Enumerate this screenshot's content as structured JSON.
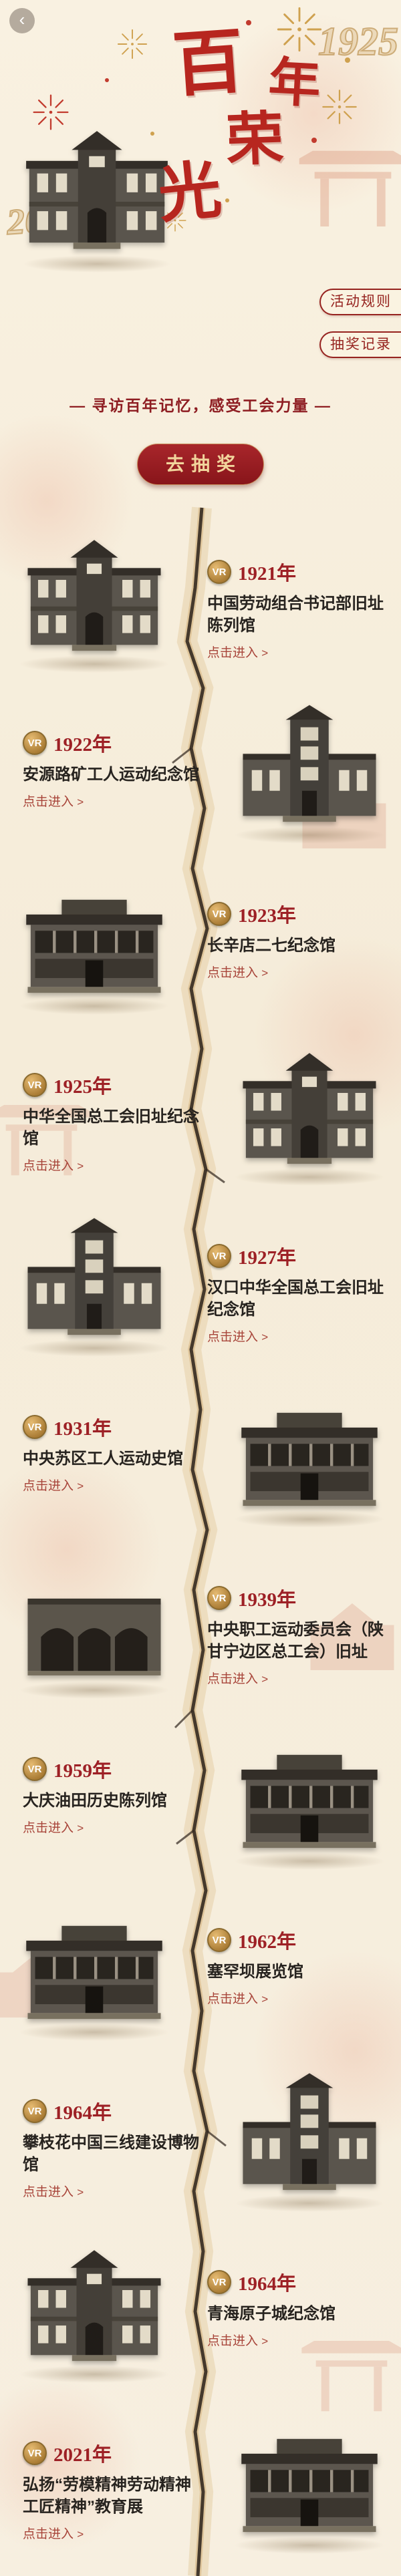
{
  "colors": {
    "dark_red": "#8e1d22",
    "title_red": "#b7261f",
    "gold": "#c9a15f",
    "badge_gold": "#a87a33",
    "cream_background": "#f6eedd",
    "text_dark": "#27231f"
  },
  "header": {
    "back_icon": "‹",
    "title_chars": [
      "百",
      "年",
      "荣",
      "光"
    ],
    "watermark_year_top_right": "1925",
    "watermark_year_left": "2025",
    "rules_button_label": "活动规则",
    "records_button_label": "抽奖记录",
    "tagline": "— 寻访百年记忆，感受工会力量 —",
    "lottery_button_label": "去抽奖"
  },
  "timeline": {
    "vr_badge_label": "VR",
    "enter_label": "点击进入",
    "enter_arrow": ">",
    "items": [
      {
        "year": "1921年",
        "name": "中国劳动组合书记部旧址陈列馆",
        "building_side": "left",
        "illustration": "classic"
      },
      {
        "year": "1922年",
        "name": "安源路矿工人运动纪念馆",
        "building_side": "right",
        "illustration": "tower"
      },
      {
        "year": "1923年",
        "name": "长辛店二七纪念馆",
        "building_side": "left",
        "illustration": "hall"
      },
      {
        "year": "1925年",
        "name": "中华全国总工会旧址纪念馆",
        "building_side": "right",
        "illustration": "classic"
      },
      {
        "year": "1927年",
        "name": "汉口中华全国总工会旧址纪念馆",
        "building_side": "left",
        "illustration": "tower"
      },
      {
        "year": "1931年",
        "name": "中央苏区工人运动史馆",
        "building_side": "right",
        "illustration": "hall"
      },
      {
        "year": "1939年",
        "name": "中央职工运动委员会（陕甘宁边区总工会）旧址",
        "building_side": "left",
        "illustration": "arch"
      },
      {
        "year": "1959年",
        "name": "大庆油田历史陈列馆",
        "building_side": "right",
        "illustration": "hall"
      },
      {
        "year": "1962年",
        "name": "塞罕坝展览馆",
        "building_side": "left",
        "illustration": "hall"
      },
      {
        "year": "1964年",
        "name": "攀枝花中国三线建设博物馆",
        "building_side": "right",
        "illustration": "tower"
      },
      {
        "year": "1964年",
        "name": "青海原子城纪念馆",
        "building_side": "left",
        "illustration": "classic"
      },
      {
        "year": "2021年",
        "name": "弘扬“劳模精神劳动精神工匠精神”教育展",
        "building_side": "right",
        "illustration": "hall"
      }
    ]
  }
}
